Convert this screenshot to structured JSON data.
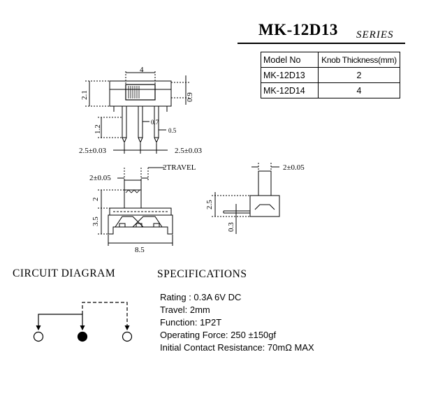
{
  "header": {
    "model": "MK-12D13",
    "series": "SERIES"
  },
  "table": {
    "headers": [
      "Model No",
      "Knob Thickness(mm)"
    ],
    "rows": [
      [
        "MK-12D13",
        "2"
      ],
      [
        "MK-12D14",
        "4"
      ]
    ]
  },
  "drawing": {
    "dim_width": "4",
    "dim_height_left": "2.1",
    "dim_height_right": "0.9",
    "dim_pin_length": "1.2",
    "dim_pin_07": "0.7",
    "dim_pin_05": "0.5",
    "dim_pitch_left": "2.5±0.03",
    "dim_pitch_right": "2.5±0.03",
    "dim_knob_width": "2±0.05",
    "dim_travel": "2TRAVEL",
    "dim_knob_height": "2",
    "dim_body_height": "3.5",
    "dim_body_width": "8.5",
    "dim_side_knob": "2±0.05",
    "dim_side_height": "2.5",
    "dim_side_thick": "0.3"
  },
  "circuit": {
    "heading": "CIRCUIT DIAGRAM"
  },
  "specs": {
    "heading": "SPECIFICATIONS",
    "lines": [
      "Rating : 0.3A 6V DC",
      "Travel: 2mm",
      "Function: 1P2T",
      "Operating Force: 250 ±150gf",
      "Initial Contact Resistance: 70mΩ MAX"
    ]
  }
}
